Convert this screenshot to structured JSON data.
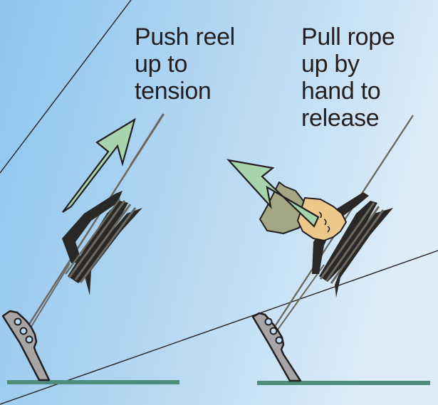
{
  "diagram": {
    "title": "Rope reel tensioning and release",
    "colors": {
      "background_left": "#8ec5ee",
      "background_right": "#dcecf8",
      "arrow_fill": "#a6d5ad",
      "outline": "#231f20",
      "bracket_fill": "#a7a5a6",
      "ground": "#4e8c7c",
      "rope": "#6a6860",
      "reel": "#2a2826",
      "sleeve": "#a3a784",
      "hand": "#ecc98b"
    },
    "steps": [
      {
        "id": "tension",
        "caption_lines": [
          "Push reel",
          "up to",
          "tension"
        ],
        "arrow_direction": "up-right",
        "icons": [
          "push-arrow-icon",
          "rope-reel-icon",
          "anchor-bracket-icon"
        ]
      },
      {
        "id": "release",
        "caption_lines": [
          "Pull rope",
          "up by",
          "hand to",
          "release"
        ],
        "arrow_direction": "up-left",
        "icons": [
          "pull-arrow-icon",
          "hand-icon",
          "rope-reel-icon",
          "anchor-bracket-icon"
        ]
      }
    ]
  }
}
